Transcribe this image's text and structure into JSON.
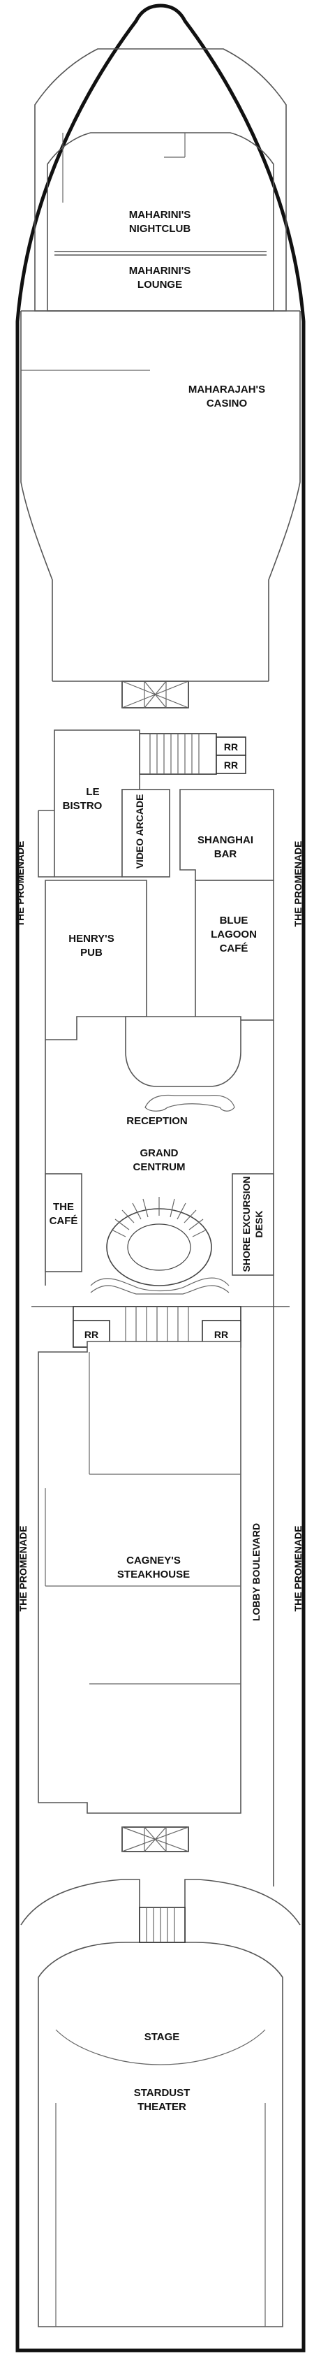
{
  "deck_plan": {
    "rooms": {
      "nightclub": "MAHARINI'S\nNIGHTCLUB",
      "lounge": "MAHARINI'S\nLOUNGE",
      "casino": "MAHARAJAH'S\nCASINO",
      "le_bistro": "LE\nBISTRO",
      "video_arcade": "VIDEO ARCADE",
      "shanghai_bar": "SHANGHAI\nBAR",
      "henrys_pub": "HENRY'S\nPUB",
      "blue_lagoon": "BLUE\nLAGOON\nCAFÉ",
      "reception": "RECEPTION",
      "grand_centrum": "GRAND\nCENTRUM",
      "the_cafe": "THE\nCAFÉ",
      "shore_excursion": "SHORE EXCURSION\nDESK",
      "cagneys": "CAGNEY'S\nSTEAKHOUSE",
      "lobby_boulevard": "LOBBY BOULEVARD",
      "stage": "STAGE",
      "stardust": "STARDUST\nTHEATER"
    },
    "restroom": "RR",
    "promenade": "THE PROMENADE"
  }
}
